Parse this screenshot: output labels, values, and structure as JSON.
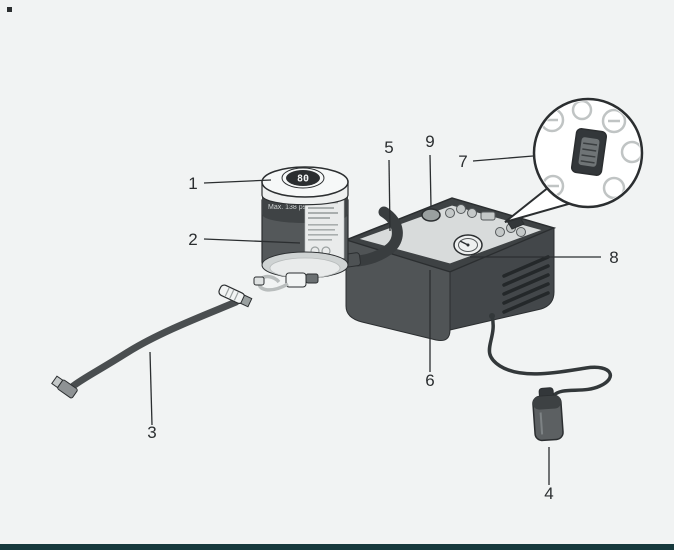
{
  "figure": {
    "background": "#f1f3f3",
    "line_color": "#2b2e30",
    "footer_bar_color": "#16393c"
  },
  "callouts": [
    {
      "n": "1"
    },
    {
      "n": "2"
    },
    {
      "n": "3"
    },
    {
      "n": "4"
    },
    {
      "n": "5"
    },
    {
      "n": "6"
    },
    {
      "n": "7"
    },
    {
      "n": "8"
    },
    {
      "n": "9"
    }
  ],
  "sealant_canister": {
    "gauge_display": "80",
    "max_pressure_label": "Max. 138 psi"
  }
}
